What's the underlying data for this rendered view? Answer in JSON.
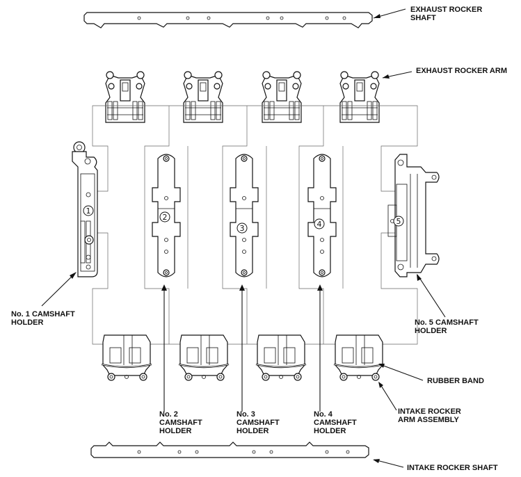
{
  "labels": {
    "exhaust_rocker_shaft": [
      "EXHAUST ROCKER",
      "SHAFT"
    ],
    "exhaust_rocker_arm": "EXHAUST ROCKER ARM",
    "no1_holder": [
      "No. 1 CAMSHAFT",
      "HOLDER"
    ],
    "no2_holder": [
      "No. 2",
      "CAMSHAFT",
      "HOLDER"
    ],
    "no3_holder": [
      "No. 3",
      "CAMSHAFT",
      "HOLDER"
    ],
    "no4_holder": [
      "No. 4",
      "CAMSHAFT",
      "HOLDER"
    ],
    "no5_holder": [
      "No. 5 CAMSHAFT",
      "HOLDER"
    ],
    "rubber_band": "RUBBER BAND",
    "intake_rocker_arm_assembly": [
      "INTAKE ROCKER",
      "ARM ASSEMBLY"
    ],
    "intake_rocker_shaft": "INTAKE ROCKER SHAFT"
  },
  "holder_numbers": [
    "1",
    "2",
    "3",
    "4",
    "5"
  ]
}
